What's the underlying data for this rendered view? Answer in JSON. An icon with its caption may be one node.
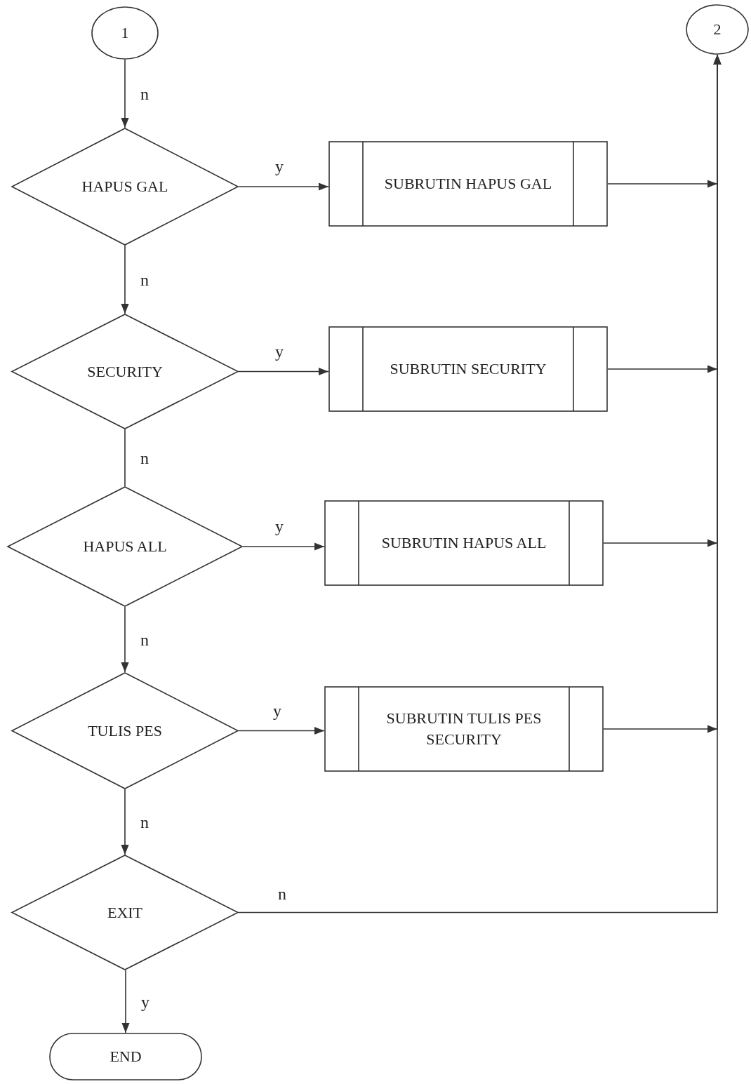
{
  "diagram": {
    "nodes": [
      {
        "text": [
          "1"
        ]
      },
      {
        "text": [
          "2"
        ]
      },
      {
        "text": [
          "HAPUS GAL"
        ]
      },
      {
        "text": [
          "SUBRUTIN HAPUS GAL"
        ]
      },
      {
        "text": [
          "SECURITY"
        ]
      },
      {
        "text": [
          "SUBRUTIN SECURITY"
        ]
      },
      {
        "text": [
          "HAPUS ALL"
        ]
      },
      {
        "text": [
          "SUBRUTIN HAPUS ALL"
        ]
      },
      {
        "text": [
          "TULIS PES"
        ]
      },
      {
        "text": [
          "SUBRUTIN TULIS PES SECURITY"
        ]
      },
      {
        "text": [
          "EXIT"
        ]
      },
      {
        "text": [
          "END"
        ]
      }
    ],
    "edges": [
      {
        "from": 0,
        "to": 2,
        "arrow": "to",
        "label": "n"
      },
      {
        "from": 2,
        "to": 3,
        "arrow": "to",
        "label": "y"
      },
      {
        "from": 2,
        "to": 4,
        "arrow": "to",
        "label": "n"
      },
      {
        "from": 4,
        "to": 5,
        "arrow": "to",
        "label": "y"
      },
      {
        "from": 4,
        "to": 6,
        "arrow": "none",
        "label": "n"
      },
      {
        "from": 6,
        "to": 7,
        "arrow": "to",
        "label": "y"
      },
      {
        "from": 6,
        "to": 8,
        "arrow": "to",
        "label": "n"
      },
      {
        "from": 8,
        "to": 9,
        "arrow": "to",
        "label": "y"
      },
      {
        "from": 8,
        "to": 10,
        "arrow": "to",
        "label": "n"
      },
      {
        "from": 10,
        "to": 11,
        "arrow": "to",
        "label": "y"
      },
      {
        "from": 10,
        "to": 1,
        "arrow": "to",
        "label": "n"
      },
      {
        "from": 3,
        "to": 1,
        "arrow": "to"
      },
      {
        "from": 5,
        "to": 1,
        "arrow": "to"
      },
      {
        "from": 7,
        "to": 1,
        "arrow": "to"
      },
      {
        "from": 9,
        "to": 1,
        "arrow": "to"
      }
    ]
  }
}
